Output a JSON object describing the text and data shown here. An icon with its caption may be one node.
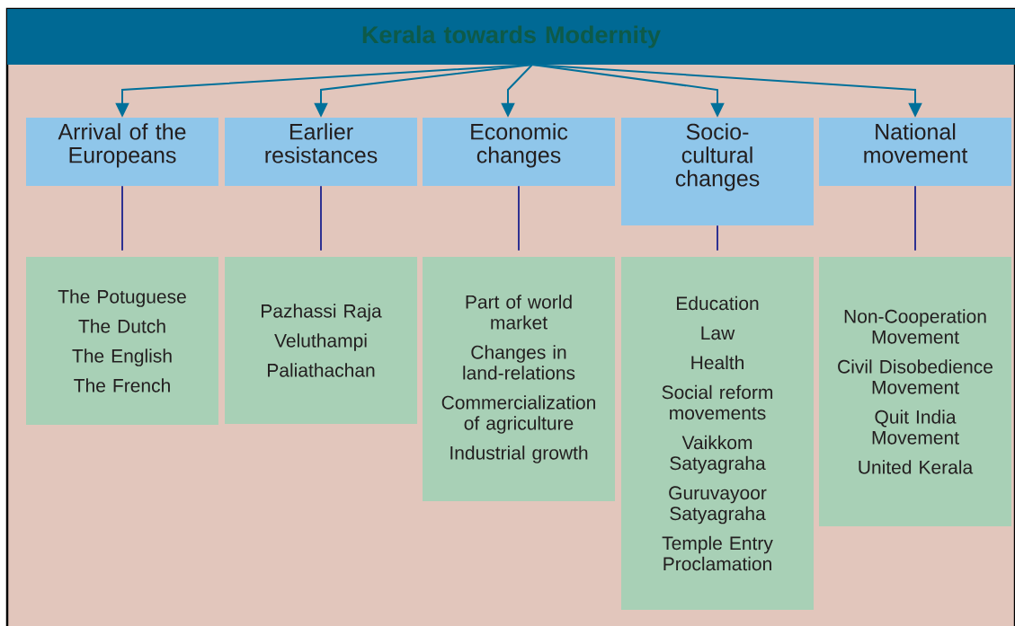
{
  "diagram": {
    "nodes": [
      {
        "text": [
          "Kerala towards Modernity"
        ]
      },
      {
        "text": [
          "Arrival of the Europeans"
        ]
      },
      {
        "text": [
          "Earlier resistances"
        ]
      },
      {
        "text": [
          "Economic changes"
        ]
      },
      {
        "text": [
          "Socio-cultural changes"
        ]
      },
      {
        "text": [
          "National movement"
        ]
      },
      {
        "text": [
          "The Potuguese",
          "The Dutch",
          "The English",
          "The French"
        ]
      },
      {
        "text": [
          "Pazhassi Raja",
          "Veluthampi",
          "Paliathachan"
        ]
      },
      {
        "text": [
          "Part of world market",
          "Changes in land-relations",
          "Commercialization of agriculture",
          "Industrial growth"
        ]
      },
      {
        "text": [
          "Education",
          "Law",
          "Health",
          "Social reform movements",
          "Vaikkom Satyagraha",
          "Guruvayoor Satyagraha",
          "Temple Entry Proclamation"
        ]
      },
      {
        "text": [
          "Non-Cooperation Movement",
          "Civil Disobedience Movement",
          "Quit India Movement",
          "United Kerala"
        ]
      }
    ],
    "edges": [
      {
        "from": 0,
        "to": 1,
        "arrow": "to"
      },
      {
        "from": 0,
        "to": 2,
        "arrow": "to"
      },
      {
        "from": 0,
        "to": 3,
        "arrow": "to"
      },
      {
        "from": 0,
        "to": 4,
        "arrow": "to"
      },
      {
        "from": 0,
        "to": 5,
        "arrow": "to"
      },
      {
        "from": 1,
        "to": 6,
        "arrow": "none",
        "color": "#2e3192"
      },
      {
        "from": 2,
        "to": 7,
        "arrow": "none",
        "color": "#2e3192"
      },
      {
        "from": 3,
        "to": 8,
        "arrow": "none",
        "color": "#2e3192"
      },
      {
        "from": 4,
        "to": 9,
        "arrow": "none",
        "color": "#2e3192"
      },
      {
        "from": 5,
        "to": 10,
        "arrow": "none",
        "color": "#2e3192"
      }
    ]
  }
}
